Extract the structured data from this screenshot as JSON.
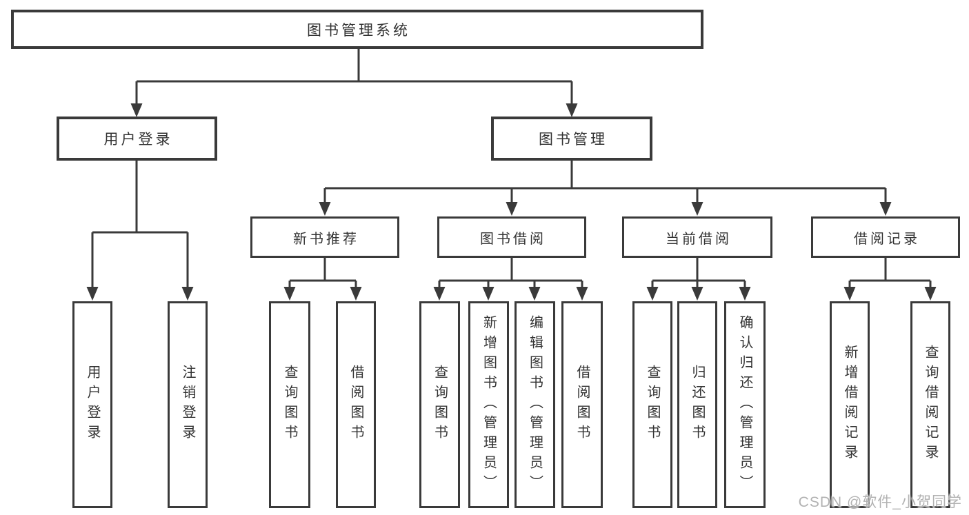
{
  "diagram": {
    "title": "图书管理系统",
    "type": "hierarchy-tree",
    "nodes": {
      "root": "图书管理系统",
      "user_login": "用户登录",
      "book_mgmt": "图书管理",
      "new_book_rec": "新书推荐",
      "book_borrow": "图书借阅",
      "current_borrow": "当前借阅",
      "borrow_record": "借阅记录",
      "leaf_user_login": "用户登录",
      "leaf_logout": "注销登录",
      "leaf_nb_query": "查询图书",
      "leaf_nb_borrow": "借阅图书",
      "leaf_bb_query": "查询图书",
      "leaf_bb_add": "新增图书（管理员）",
      "leaf_bb_edit": "编辑图书（管理员）",
      "leaf_bb_borrow": "借阅图书",
      "leaf_cb_query": "查询图书",
      "leaf_cb_return": "归还图书",
      "leaf_cb_confirm": "确认归还（管理员）",
      "leaf_br_add": "新增借阅记录",
      "leaf_br_query": "查询借阅记录"
    },
    "edges": [
      [
        "图书管理系统",
        "用户登录"
      ],
      [
        "图书管理系统",
        "图书管理"
      ],
      [
        "用户登录",
        "用户登录(叶)"
      ],
      [
        "用户登录",
        "注销登录"
      ],
      [
        "图书管理",
        "新书推荐"
      ],
      [
        "图书管理",
        "图书借阅"
      ],
      [
        "图书管理",
        "当前借阅"
      ],
      [
        "图书管理",
        "借阅记录"
      ],
      [
        "新书推荐",
        "查询图书"
      ],
      [
        "新书推荐",
        "借阅图书"
      ],
      [
        "图书借阅",
        "查询图书"
      ],
      [
        "图书借阅",
        "新增图书（管理员）"
      ],
      [
        "图书借阅",
        "编辑图书（管理员）"
      ],
      [
        "图书借阅",
        "借阅图书"
      ],
      [
        "当前借阅",
        "查询图书"
      ],
      [
        "当前借阅",
        "归还图书"
      ],
      [
        "当前借阅",
        "确认归还（管理员）"
      ],
      [
        "借阅记录",
        "新增借阅记录"
      ],
      [
        "借阅记录",
        "查询借阅记录"
      ]
    ],
    "colors": {
      "line": "#3a3a3a",
      "text": "#333333",
      "box_background": "#ffffff",
      "page_background": "#ffffff",
      "watermark": "#b2b2b2"
    }
  },
  "watermark": {
    "text": "CSDN @软件_小贺同学"
  }
}
